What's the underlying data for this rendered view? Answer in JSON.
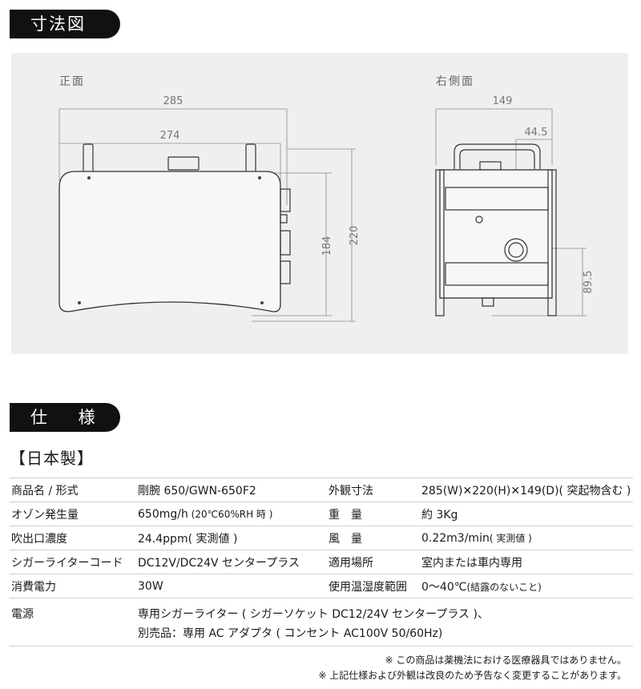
{
  "headers": {
    "dimension": "寸法図",
    "spec": "仕 様"
  },
  "drawing": {
    "front_label": "正面",
    "side_label": "右側面",
    "dims": {
      "width_overall": "285",
      "width_body": "274",
      "height_body": "184",
      "height_overall": "220",
      "depth": "149",
      "outlet_offset": "44.5",
      "outlet_height": "89.5"
    }
  },
  "made_in": "【日本製】",
  "specs": {
    "row1": {
      "l1": "商品名 / 形式",
      "v1": "剛腕 650/GWN-650F2",
      "l2": "外観寸法",
      "v2": "285(W)✕220(H)✕149(D)( 突起物含む )"
    },
    "row2": {
      "l1": "オゾン発生量",
      "v1_main": "650mg/h",
      "v1_sub": " (20℃60%RH 時 )",
      "l2": "重　量",
      "v2": "約 3Kg"
    },
    "row3": {
      "l1": "吹出口濃度",
      "v1_main": "24.4ppm",
      "v1_sub": "( 実測値 )",
      "l2": "風　量",
      "v2_main": "0.22m3/min",
      "v2_sub": "( 実測値 )"
    },
    "row4": {
      "l1": "シガーライターコード",
      "v1": "DC12V/DC24V センタープラス",
      "l2": "適用場所",
      "v2": "室内または車内専用"
    },
    "row5": {
      "l1": "消費電力",
      "v1": "30W",
      "l2": "使用温湿度範囲",
      "v2_main": "0〜40℃",
      "v2_sub": "(結露のないこと)"
    },
    "row6": {
      "l1": "電源",
      "line1": "専用シガーライター ( シガーソケット DC12/24V センタープラス )、",
      "line2": "別売品：専用 AC アダプタ ( コンセント AC100V 50/60Hz)"
    }
  },
  "notes": {
    "n1": "※ この商品は薬機法における医療器具ではありません。",
    "n2": "※ 上記仕様および外観は改良のため予告なく変更することがあります。"
  }
}
